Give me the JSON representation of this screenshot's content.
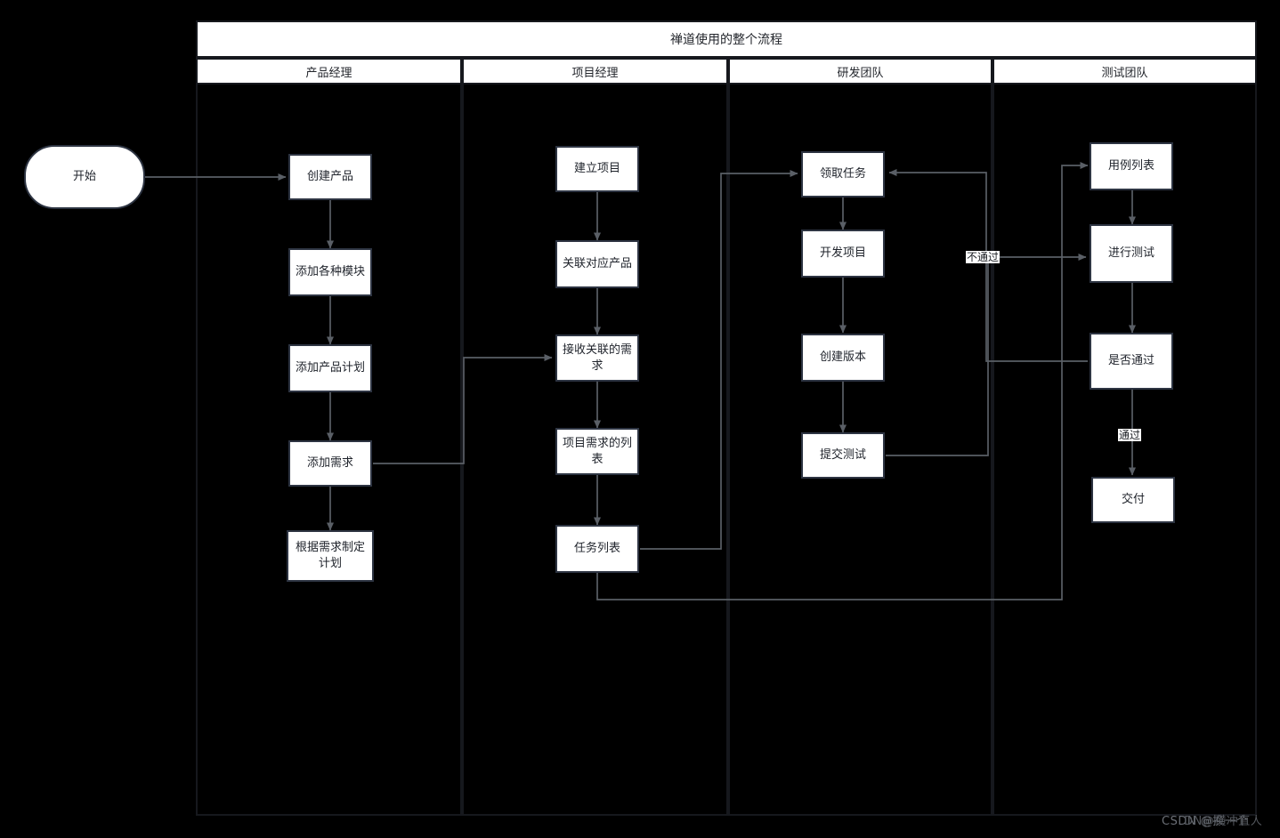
{
  "chart_data": {
    "type": "diagram",
    "diagram_kind": "swimlane-flowchart",
    "title": "禅道使用的整个流程",
    "lanes": [
      "产品经理",
      "项目经理",
      "研发团队",
      "测试团队"
    ],
    "nodes": [
      {
        "id": "start",
        "label": "开始",
        "lane": "",
        "shape": "rounded"
      },
      {
        "id": "pm1",
        "label": "创建产品",
        "lane": "产品经理",
        "shape": "rect"
      },
      {
        "id": "pm2",
        "label": "添加各种模块",
        "lane": "产品经理",
        "shape": "rect"
      },
      {
        "id": "pm3",
        "label": "添加产品计划",
        "lane": "产品经理",
        "shape": "rect"
      },
      {
        "id": "pm4",
        "label": "添加需求",
        "lane": "产品经理",
        "shape": "rect"
      },
      {
        "id": "pm5",
        "label": "根据需求制定计划",
        "lane": "产品经理",
        "shape": "rect"
      },
      {
        "id": "prj1",
        "label": "建立项目",
        "lane": "项目经理",
        "shape": "rect"
      },
      {
        "id": "prj2",
        "label": "关联对应产品",
        "lane": "项目经理",
        "shape": "rect"
      },
      {
        "id": "prj3",
        "label": "接收关联的需求",
        "lane": "项目经理",
        "shape": "rect"
      },
      {
        "id": "prj4",
        "label": "项目需求的列表",
        "lane": "项目经理",
        "shape": "rect"
      },
      {
        "id": "prj5",
        "label": "任务列表",
        "lane": "项目经理",
        "shape": "rect"
      },
      {
        "id": "dev1",
        "label": "领取任务",
        "lane": "研发团队",
        "shape": "rect"
      },
      {
        "id": "dev2",
        "label": "开发项目",
        "lane": "研发团队",
        "shape": "rect"
      },
      {
        "id": "dev3",
        "label": "创建版本",
        "lane": "研发团队",
        "shape": "rect"
      },
      {
        "id": "dev4",
        "label": "提交测试",
        "lane": "研发团队",
        "shape": "rect"
      },
      {
        "id": "qa1",
        "label": "用例列表",
        "lane": "测试团队",
        "shape": "rect"
      },
      {
        "id": "qa2",
        "label": "进行测试",
        "lane": "测试团队",
        "shape": "rect"
      },
      {
        "id": "qa3",
        "label": "是否通过",
        "lane": "测试团队",
        "shape": "rect"
      },
      {
        "id": "qa4",
        "label": "交付",
        "lane": "测试团队",
        "shape": "rect"
      }
    ],
    "edges": [
      {
        "from": "start",
        "to": "pm1",
        "label": ""
      },
      {
        "from": "pm1",
        "to": "pm2",
        "label": ""
      },
      {
        "from": "pm2",
        "to": "pm3",
        "label": ""
      },
      {
        "from": "pm3",
        "to": "pm4",
        "label": ""
      },
      {
        "from": "pm4",
        "to": "pm5",
        "label": ""
      },
      {
        "from": "pm4",
        "to": "prj3",
        "label": ""
      },
      {
        "from": "prj1",
        "to": "prj2",
        "label": ""
      },
      {
        "from": "prj2",
        "to": "prj3",
        "label": ""
      },
      {
        "from": "prj3",
        "to": "prj4",
        "label": ""
      },
      {
        "from": "prj4",
        "to": "prj5",
        "label": ""
      },
      {
        "from": "prj5",
        "to": "dev1",
        "label": ""
      },
      {
        "from": "prj5",
        "to": "qa1",
        "label": ""
      },
      {
        "from": "dev1",
        "to": "dev2",
        "label": ""
      },
      {
        "from": "dev2",
        "to": "dev3",
        "label": ""
      },
      {
        "from": "dev3",
        "to": "dev4",
        "label": ""
      },
      {
        "from": "dev4",
        "to": "qa2",
        "label": ""
      },
      {
        "from": "qa1",
        "to": "qa2",
        "label": ""
      },
      {
        "from": "qa2",
        "to": "qa3",
        "label": ""
      },
      {
        "from": "qa3",
        "to": "dev1",
        "label": "不通过"
      },
      {
        "from": "qa3",
        "to": "qa4",
        "label": "通过"
      }
    ],
    "edge_labels": [
      "不通过",
      "通过"
    ],
    "colors": {
      "background": "#000000",
      "node_fill": "#ffffff",
      "node_border": "#2d3442",
      "frame_border": "#16181d",
      "connector": "#5a5f66",
      "text": "#1f232b"
    }
  },
  "labels": {
    "title": "禅道使用的整个流程",
    "lane1": "产品经理",
    "lane2": "项目经理",
    "lane3": "研发团队",
    "lane4": "测试团队",
    "start": "开始",
    "pm1": "创建产品",
    "pm2": "添加各种模块",
    "pm3": "添加产品计划",
    "pm4": "添加需求",
    "pm5": "根据需求制定计划",
    "prj1": "建立项目",
    "prj2": "关联对应产品",
    "prj3": "接收关联的需求",
    "prj4": "项目需求的列表",
    "prj5": "任务列表",
    "dev1": "领取任务",
    "dev2": "开发项目",
    "dev3": "创建版本",
    "dev4": "提交测试",
    "qa1": "用例列表",
    "qa2": "进行测试",
    "qa3": "是否通过",
    "qa4": "交付",
    "edge_fail": "不通过",
    "edge_pass": "通过"
  },
  "watermark": {
    "line1": "CSDN @换一个",
    "line2": "DN@横冲直人"
  }
}
